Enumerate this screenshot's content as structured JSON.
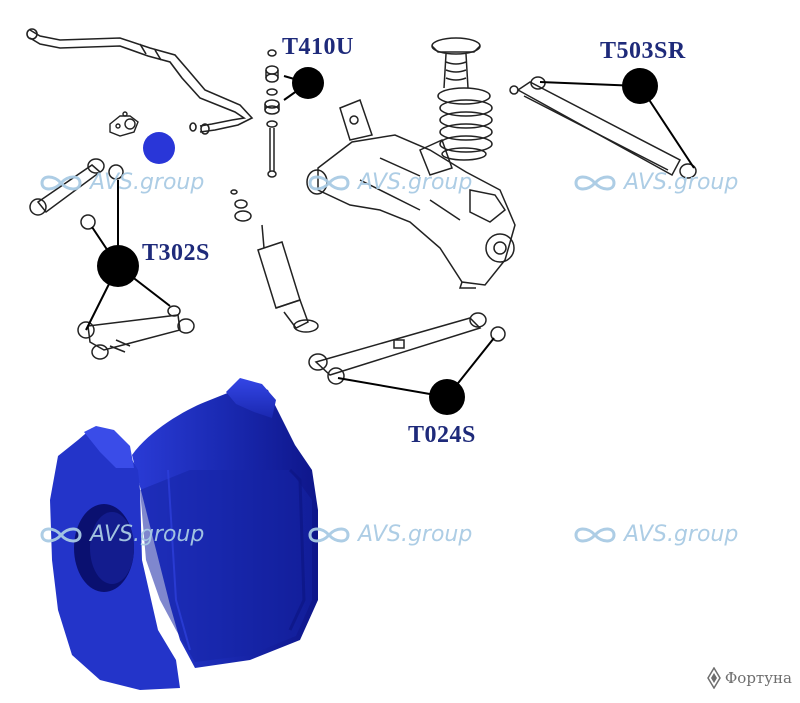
{
  "parts": [
    {
      "id": "t410u",
      "label": "T410U"
    },
    {
      "id": "t503sr",
      "label": "T503SR"
    },
    {
      "id": "t302s",
      "label": "T302S"
    },
    {
      "id": "t024s",
      "label": "T024S"
    }
  ],
  "watermark": {
    "text": "AVS.group",
    "icon": "infinity-icon"
  },
  "brand": {
    "text": "Фортуна",
    "icon": "rhombus-logo-icon"
  },
  "colors": {
    "label": "#1e2a7a",
    "marker": "#000000",
    "bushing": "#1b2bb5",
    "highlight": "#2936d8",
    "watermark": "#a9cbe4"
  }
}
